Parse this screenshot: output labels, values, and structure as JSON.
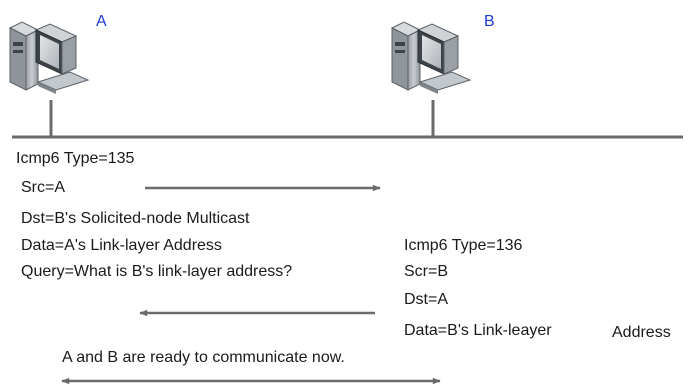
{
  "colors": {
    "node_label": "#1e3ad8",
    "line": "#6b6b6b",
    "text": "#1a1a1a",
    "computer_body": "#b3b8bd",
    "computer_dark": "#3d4348",
    "screen": "#d6dadd"
  },
  "nodes": {
    "a": {
      "label": "A",
      "icon": "desktop-computer-icon"
    },
    "b": {
      "label": "B",
      "icon": "desktop-computer-icon"
    }
  },
  "ns": {
    "type": "Icmp6 Type=135",
    "src": "Src=A",
    "dst": "Dst=B's Solicited-node Multicast",
    "data": "Data=A's Link-layer Address",
    "query": "Query=What is B's link-layer address?"
  },
  "na": {
    "type": "Icmp6 Type=136",
    "src": "Scr=B",
    "dst": "Dst=A",
    "data_prefix": "Data=B's Link-leayer",
    "data_suffix": "Address"
  },
  "ready": "A and B are ready to communicate now."
}
